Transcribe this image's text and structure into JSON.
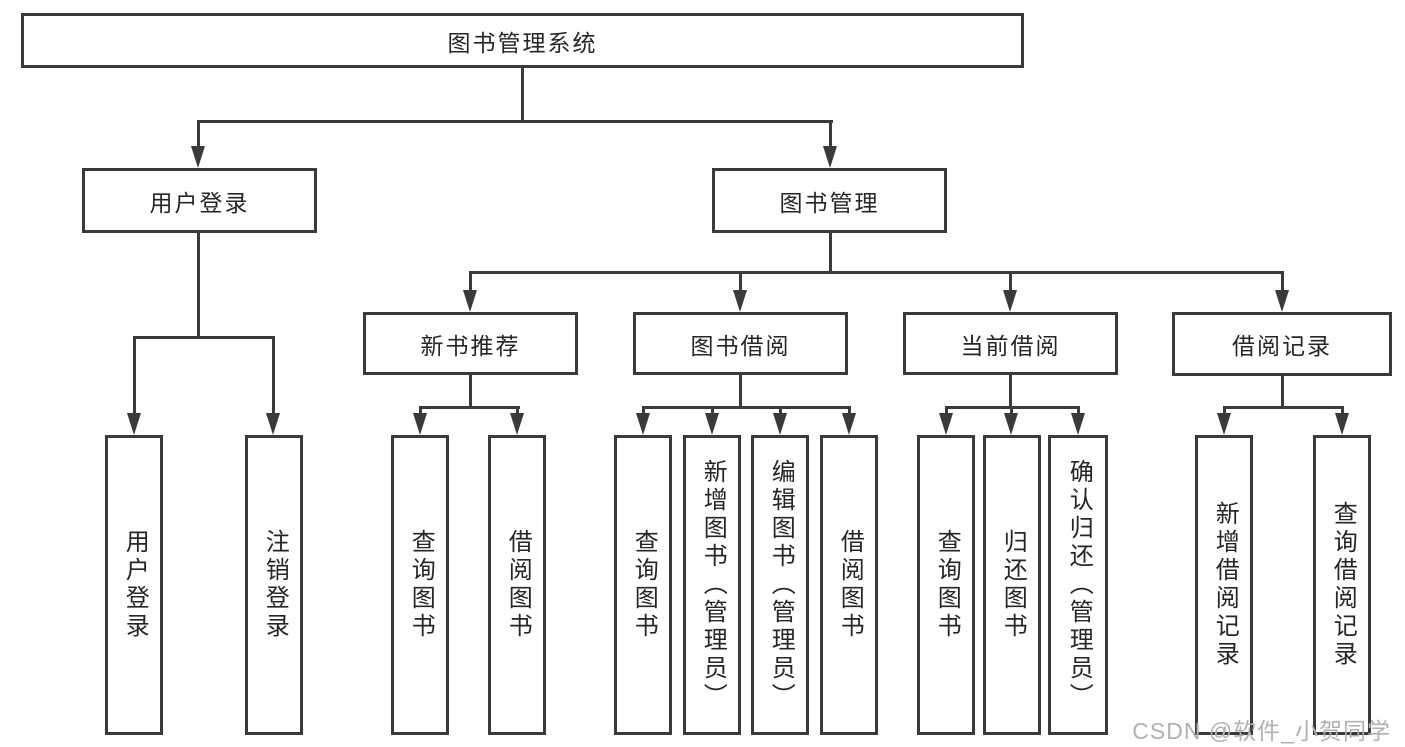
{
  "colors": {
    "line": "#3a3a3a",
    "text": "#262626",
    "watermark": "#b0b0b0",
    "background": "#ffffff"
  },
  "nodes": {
    "root": "图书管理系统",
    "user_login": "用户登录",
    "book_mgmt": "图书管理",
    "new_books": "新书推荐",
    "book_borrow": "图书借阅",
    "current_borrow": "当前借阅",
    "borrow_records": "借阅记录"
  },
  "leaves": {
    "user_login": [
      "用户登录",
      "注销登录"
    ],
    "new_books": [
      "查询图书",
      "借阅图书"
    ],
    "book_borrow": [
      "查询图书",
      "新增图书（管理员）",
      "编辑图书（管理员）",
      "借阅图书"
    ],
    "current_borrow": [
      "查询图书",
      "归还图书",
      "确认归还（管理员）"
    ],
    "borrow_records": [
      "新增借阅记录",
      "查询借阅记录"
    ]
  },
  "watermark": {
    "text": "CSDN @软件_小贺同学"
  }
}
